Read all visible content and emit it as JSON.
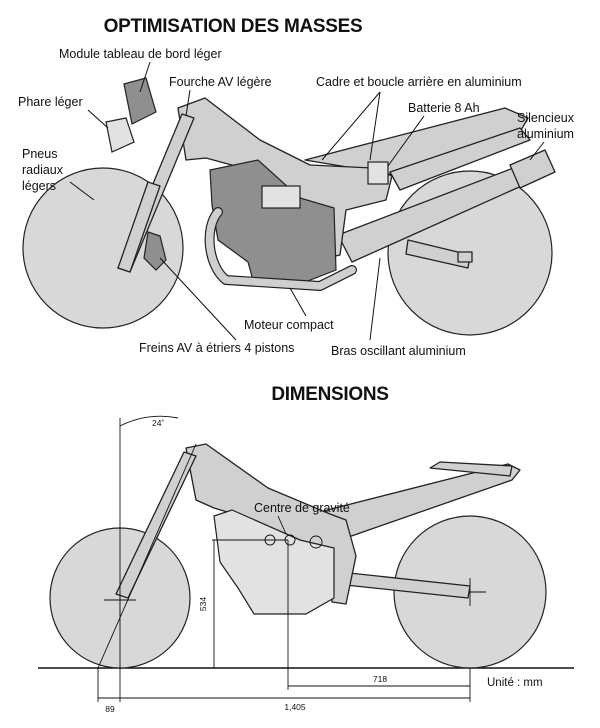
{
  "top": {
    "title": "OPTIMISATION DES MASSES",
    "labels": {
      "module": "Module tableau de bord léger",
      "fourche": "Fourche AV légère",
      "cadre": "Cadre et boucle arrière en aluminium",
      "phare": "Phare léger",
      "batterie": "Batterie 8 Ah",
      "silencieux_1": "Silencieux",
      "silencieux_2": "aluminium",
      "pneus_1": "Pneus",
      "pneus_2": "radiaux",
      "pneus_3": "légers",
      "moteur": "Moteur compact",
      "freins": "Freins AV à étriers 4 pistons",
      "bras": "Bras oscillant aluminium"
    }
  },
  "bottom": {
    "title": "DIMENSIONS",
    "labels": {
      "angle": "24˚",
      "centre": "Centre de gravité",
      "height": "534",
      "rear": "718",
      "wheelbase": "1,405",
      "trail": "89",
      "unit": "Unité : mm"
    }
  }
}
